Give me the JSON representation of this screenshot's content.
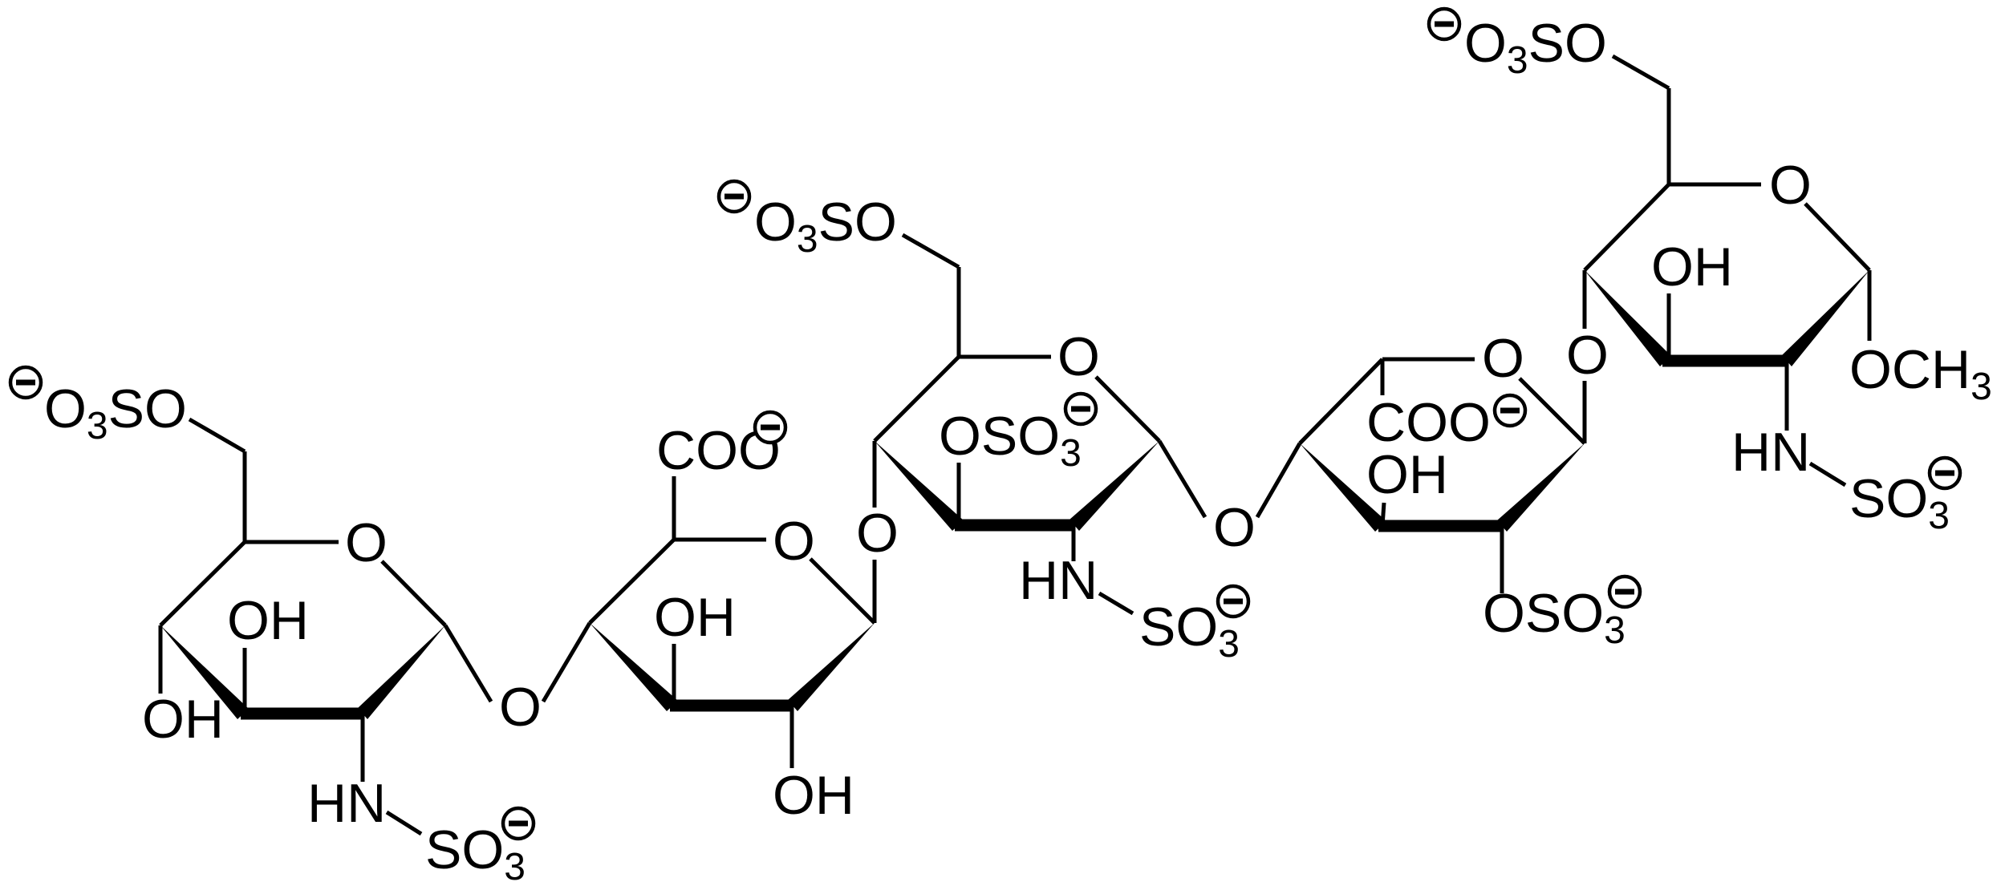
{
  "diagram": {
    "type": "chemical-structure",
    "description": "Pentasaccharide (fondaparinux-type) skeletal formula with sulfate and carboxylate groups",
    "units": [
      {
        "id": "unit1",
        "ring_oxygen": "O",
        "substituents": {
          "c6": {
            "text": "O",
            "sub": "3",
            "tail": "SO",
            "charge": "−"
          },
          "c4": "OH",
          "c3": "OH",
          "c2": {
            "text": "HN",
            "link": "SO",
            "sub": "3",
            "charge": "−"
          }
        }
      },
      {
        "id": "unit2",
        "ring_oxygen": "O",
        "substituents": {
          "c5": {
            "text": "COO",
            "charge": "−"
          },
          "c3": "OH",
          "c2": "OH"
        }
      },
      {
        "id": "unit3",
        "ring_oxygen": "O",
        "substituents": {
          "c6": {
            "text": "O",
            "sub": "3",
            "tail": "SO",
            "charge": "−"
          },
          "c3": {
            "text": "OSO",
            "sub": "3",
            "charge": "−"
          },
          "c2": {
            "text": "HN",
            "link": "SO",
            "sub": "3",
            "charge": "−"
          }
        }
      },
      {
        "id": "unit4",
        "ring_oxygen": "O",
        "substituents": {
          "c5": {
            "text": "COO",
            "charge": "−"
          },
          "c3": "OH",
          "c2": {
            "text": "OSO",
            "sub": "3",
            "charge": "−"
          }
        }
      },
      {
        "id": "unit5",
        "ring_oxygen": "O",
        "substituents": {
          "c6": {
            "text": "O",
            "sub": "3",
            "tail": "SO",
            "charge": "−"
          },
          "c3": "OH",
          "c1": {
            "text": "OCH",
            "sub": "3"
          },
          "c2": {
            "text": "HN",
            "link": "SO",
            "sub": "3",
            "charge": "−"
          }
        }
      }
    ],
    "glycosidic_oxygens": [
      "O",
      "O",
      "O",
      "O"
    ],
    "colors": {
      "ink": "#000000",
      "background": "#ffffff"
    }
  }
}
